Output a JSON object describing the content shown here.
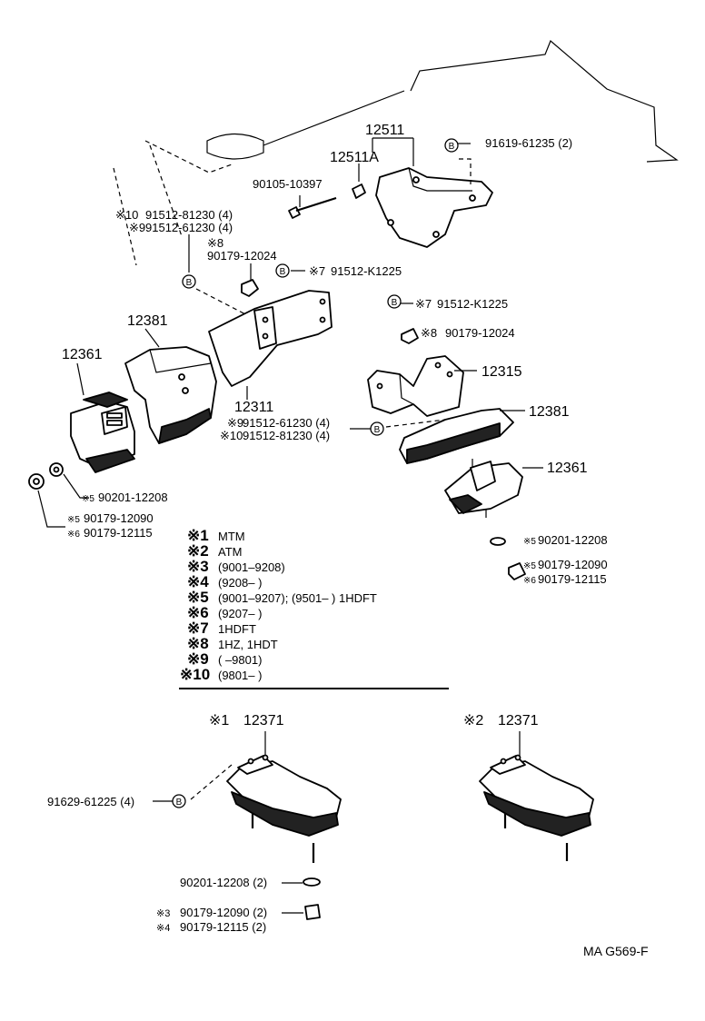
{
  "parts": {
    "p12511": "12511",
    "p12511A": "12511A",
    "bolt_b_top": "91619-61235 (2)",
    "screw_90105": "90105-10397",
    "b_marker": "B",
    "n10_prefix": "※10",
    "n10_left": "91512-81230 (4)",
    "n9_prefix": "※9",
    "n9_left": "91512-61230 (4)",
    "n8_prefix": "※8",
    "n8_left": "90179-12024",
    "n7_prefix": "※7",
    "n7_left": "91512-K1225",
    "p12381_left": "12381",
    "p12361_left": "12361",
    "n7_right": "91512-K1225",
    "n8_right": "90179-12024",
    "p12315": "12315",
    "p12311": "12311",
    "n9_right": "91512-61230 (4)",
    "n10_right": "91512-81230 (4)",
    "p12381_right": "12381",
    "p12361_right": "12361",
    "n5_prefix": "※5",
    "n6_prefix": "※6",
    "washer_left": "90201-12208",
    "nut5_left": "90179-12090",
    "nut6_left": "90179-12115",
    "washer_right": "90201-12208",
    "nut5_right": "90179-12090",
    "nut6_right": "90179-12115"
  },
  "legend": [
    {
      "mark": "※1",
      "text": "MTM"
    },
    {
      "mark": "※2",
      "text": "ATM"
    },
    {
      "mark": "※3",
      "text": "(9001–9208)"
    },
    {
      "mark": "※4",
      "text": "(9208–          )"
    },
    {
      "mark": "※5",
      "text": "(9001–9207); (9501–          ) 1HDFT"
    },
    {
      "mark": "※6",
      "text": "(9207–          )"
    },
    {
      "mark": "※7",
      "text": "1HDFT"
    },
    {
      "mark": "※8",
      "text": "1HZ, 1HDT"
    },
    {
      "mark": "※9",
      "text": "(          –9801)"
    },
    {
      "mark": "※10",
      "text": "(9801–          )"
    }
  ],
  "mounts": {
    "mtm_mark": "※1",
    "mtm_part": "12371",
    "atm_mark": "※2",
    "atm_part": "12371",
    "bolt": "91629-61225 (4)",
    "washer": "90201-12208 (2)",
    "n3_prefix": "※3",
    "nut3": "90179-12090 (2)",
    "n4_prefix": "※4",
    "nut4": "90179-12115 (2)"
  },
  "footer": {
    "code": "MA  G569-F"
  }
}
